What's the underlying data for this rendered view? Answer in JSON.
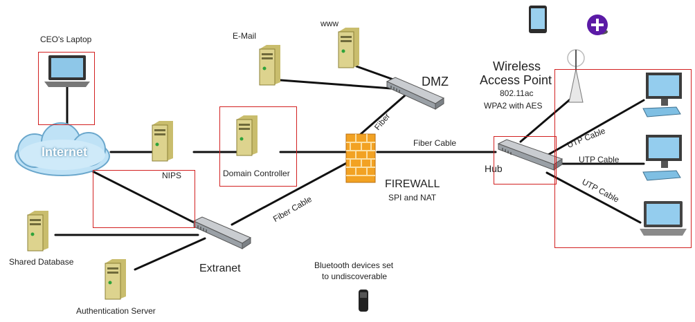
{
  "nodes": {
    "ceo_laptop": "CEO's Laptop",
    "internet": "Internet",
    "nips": "NIPS",
    "domain_controller": "Domain Controller",
    "email": "E-Mail",
    "www": "www",
    "dmz": "DMZ",
    "firewall": "FIREWALL",
    "firewall_sub": "SPI and NAT",
    "hub": "Hub",
    "wap_line1": "Wireless",
    "wap_line2": "Access Point",
    "wap_std": "802.11ac",
    "wap_sec": "WPA2 with AES",
    "shared_db": "Shared Database",
    "auth_server": "Authentication Server",
    "extranet": "Extranet",
    "bluetooth_line1": "Bluetooth devices set",
    "bluetooth_line2": "to undiscoverable"
  },
  "links": {
    "fiber_dmz": "Fiber",
    "fiber_cable_hub": "Fiber Cable",
    "fiber_cable_extranet": "Fiber Cable",
    "utp_1": "UTP Cable",
    "utp_2": "UTP Cable",
    "utp_3": "UTP Cable"
  },
  "colors": {
    "highlight": "#d21f1f",
    "plus_badge": "#5b1aa6",
    "server": "#d9cf8a",
    "cloud": "#bfe2f6"
  }
}
